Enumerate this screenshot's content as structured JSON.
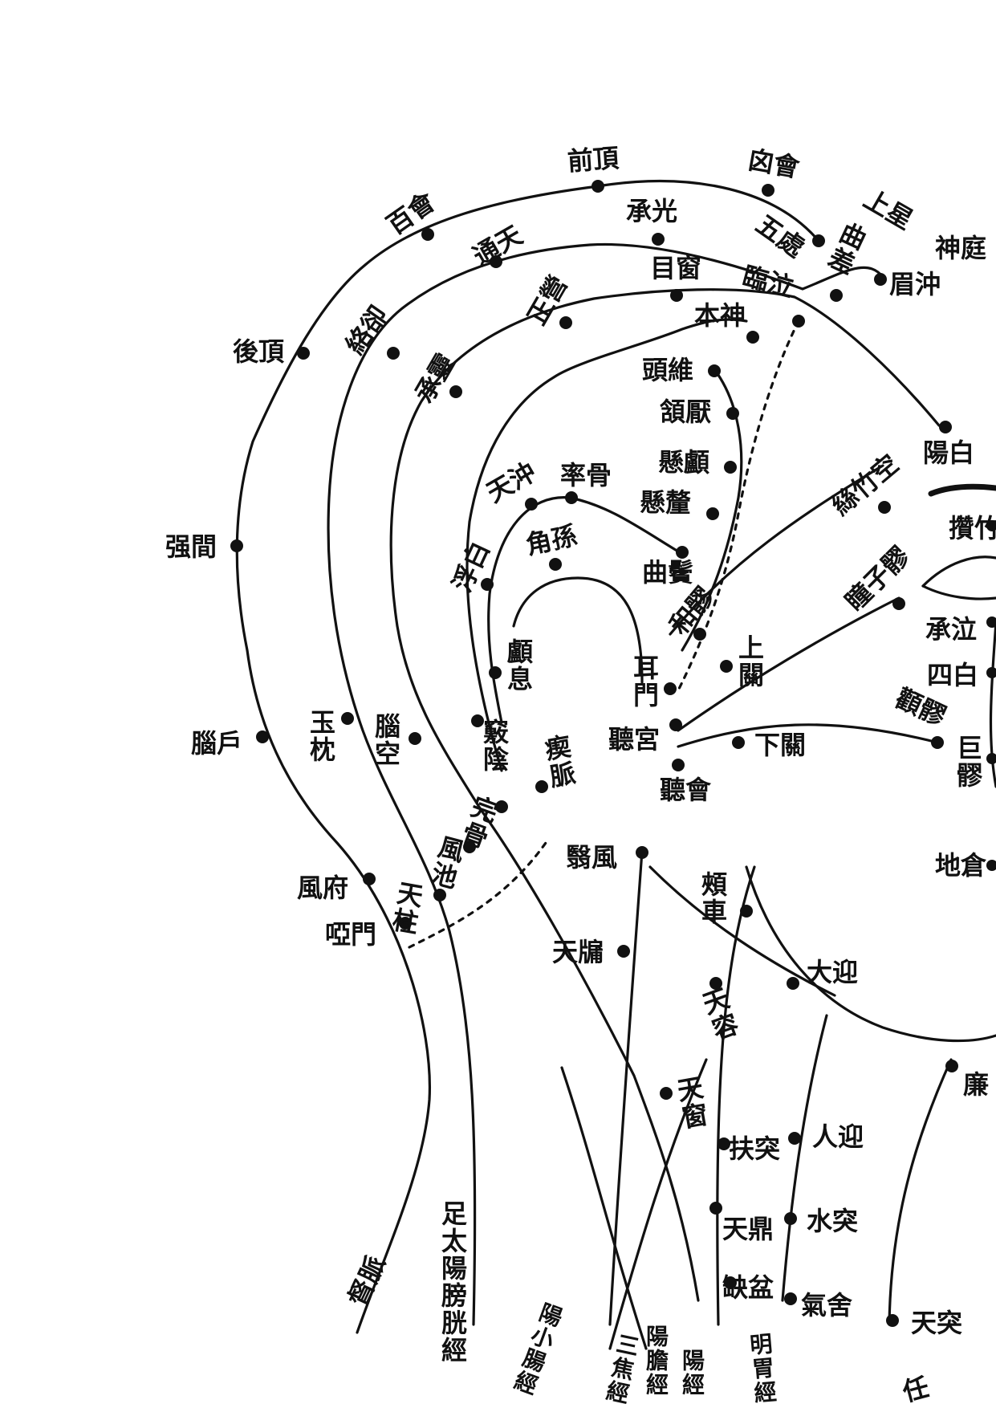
{
  "colors": {
    "ink": "#111111",
    "paper": "#ffffff"
  },
  "points": {
    "qianding": "前頂",
    "xinhui": "囟會",
    "shangxing": "上星",
    "shenting": "神庭",
    "baihui": "百會",
    "chengguang": "承光",
    "tongtian": "通天",
    "wuchu": "五處",
    "qucha": "曲差",
    "meichong": "眉沖",
    "muchuang": "目窗",
    "linqi": "臨泣",
    "benshen": "本神",
    "zhengying": "正營",
    "luoque": "絡卻",
    "houding": "後頂",
    "chengling": "承靈",
    "touwei": "頭維",
    "hanyan": "頷厭",
    "xuanlu": "懸顱",
    "xuanli": "懸釐",
    "tianchong": "天沖",
    "shuaigu": "率骨",
    "jiaosun": "角孫",
    "qubin": "曲鬢",
    "fubai": "浮白",
    "sizhukong": "絲竹空",
    "yangbai": "陽白",
    "zanzhu": "攢竹",
    "qiangjian": "强間",
    "tongziliao": "瞳子髎",
    "heliao": "和髎",
    "chengqi": "承泣",
    "sibai": "四白",
    "luxi": "顱息",
    "ermen": "耳門",
    "shangguan": "上關",
    "quanliao": "顴髎",
    "naohu": "腦戶",
    "yuzhen": "玉枕",
    "naokong": "腦空",
    "qiaoyin": "竅陰",
    "chimai": "瘈脈",
    "tinggong": "聽宮",
    "xiaguan": "下關",
    "juliao": "巨髎",
    "tinghui": "聽會",
    "wangu": "完骨",
    "fengchi": "風池",
    "yifeng": "翳風",
    "dicang": "地倉",
    "fengfu": "風府",
    "tianzhu": "天柱",
    "jiache": "頰車",
    "yamen": "啞門",
    "tianyou": "天牖",
    "daying": "大迎",
    "tianrong": "天容",
    "lian": "廉",
    "tianchuang": "天窗",
    "futu": "扶突",
    "renying": "人迎",
    "tianding": "天鼎",
    "shuitu": "水突",
    "quepen": "缺盆",
    "qishe": "氣舍",
    "tiantu": "天突"
  },
  "meridians": {
    "du": "督脈",
    "bladder": "足太陽膀胱經",
    "small_intestine": "陽小腸經",
    "sanjiao": "三焦經",
    "gallbladder": "陽膽經",
    "large_intestine": "陽經",
    "stomach": "明胃經",
    "ren": "任"
  }
}
